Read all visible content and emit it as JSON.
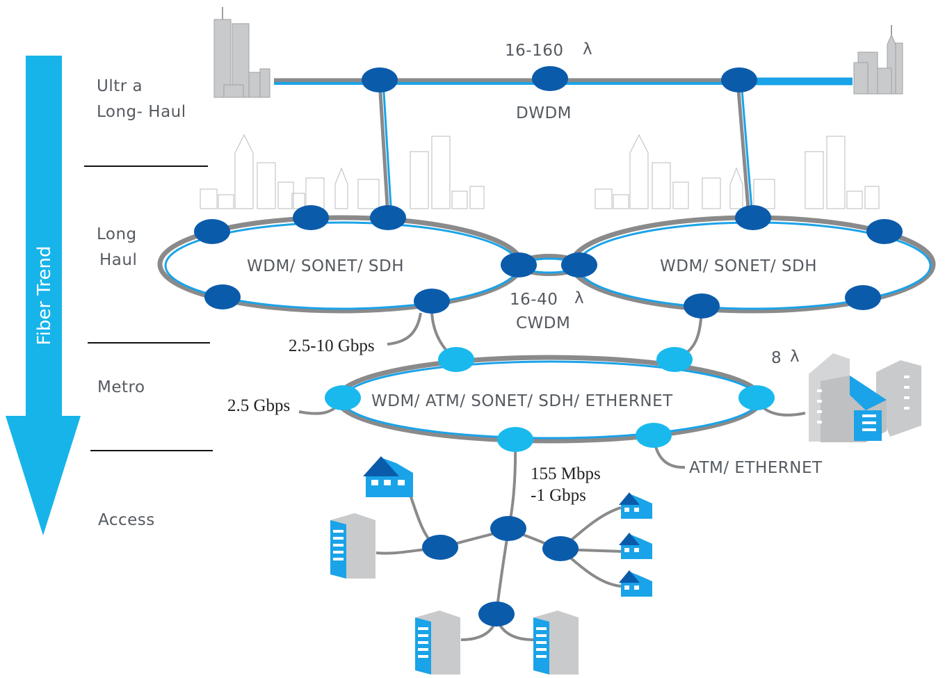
{
  "trend_label": "Fiber Trend",
  "tiers": {
    "ultra_long_haul": [
      "Ultr a",
      "Long- Haul"
    ],
    "long_haul": [
      "Long",
      "Haul"
    ],
    "metro": "Metro",
    "access": "Access"
  },
  "network": {
    "dwdm_lambda": "16-160",
    "dwdm": "DWDM",
    "ring_left": "WDM/ SONET/ SDH",
    "ring_right": "WDM/ SONET/ SDH",
    "cwdm_lambda": "16-40",
    "cwdm": "CWDM",
    "metro_ring": "WDM/ ATM/ SONET/ SDH/ ETHERNET",
    "metro_lambda": "8",
    "atm_ethernet": "ATM/ ETHERNET",
    "lambda_symbol": "λ"
  },
  "rates": {
    "long_to_metro": "2.5-10 Gbps",
    "metro_side": "2.5 Gbps",
    "access_line1": "155 Mbps",
    "access_line2": "-1 Gbps"
  },
  "colors": {
    "arrow": "#17b4ea",
    "fiber_blue": "#1aa3e8",
    "fiber_gray": "#8a8a8a",
    "node_dark": "#0b5bab",
    "node_light": "#19b9ee",
    "building": "#c9cacc"
  }
}
